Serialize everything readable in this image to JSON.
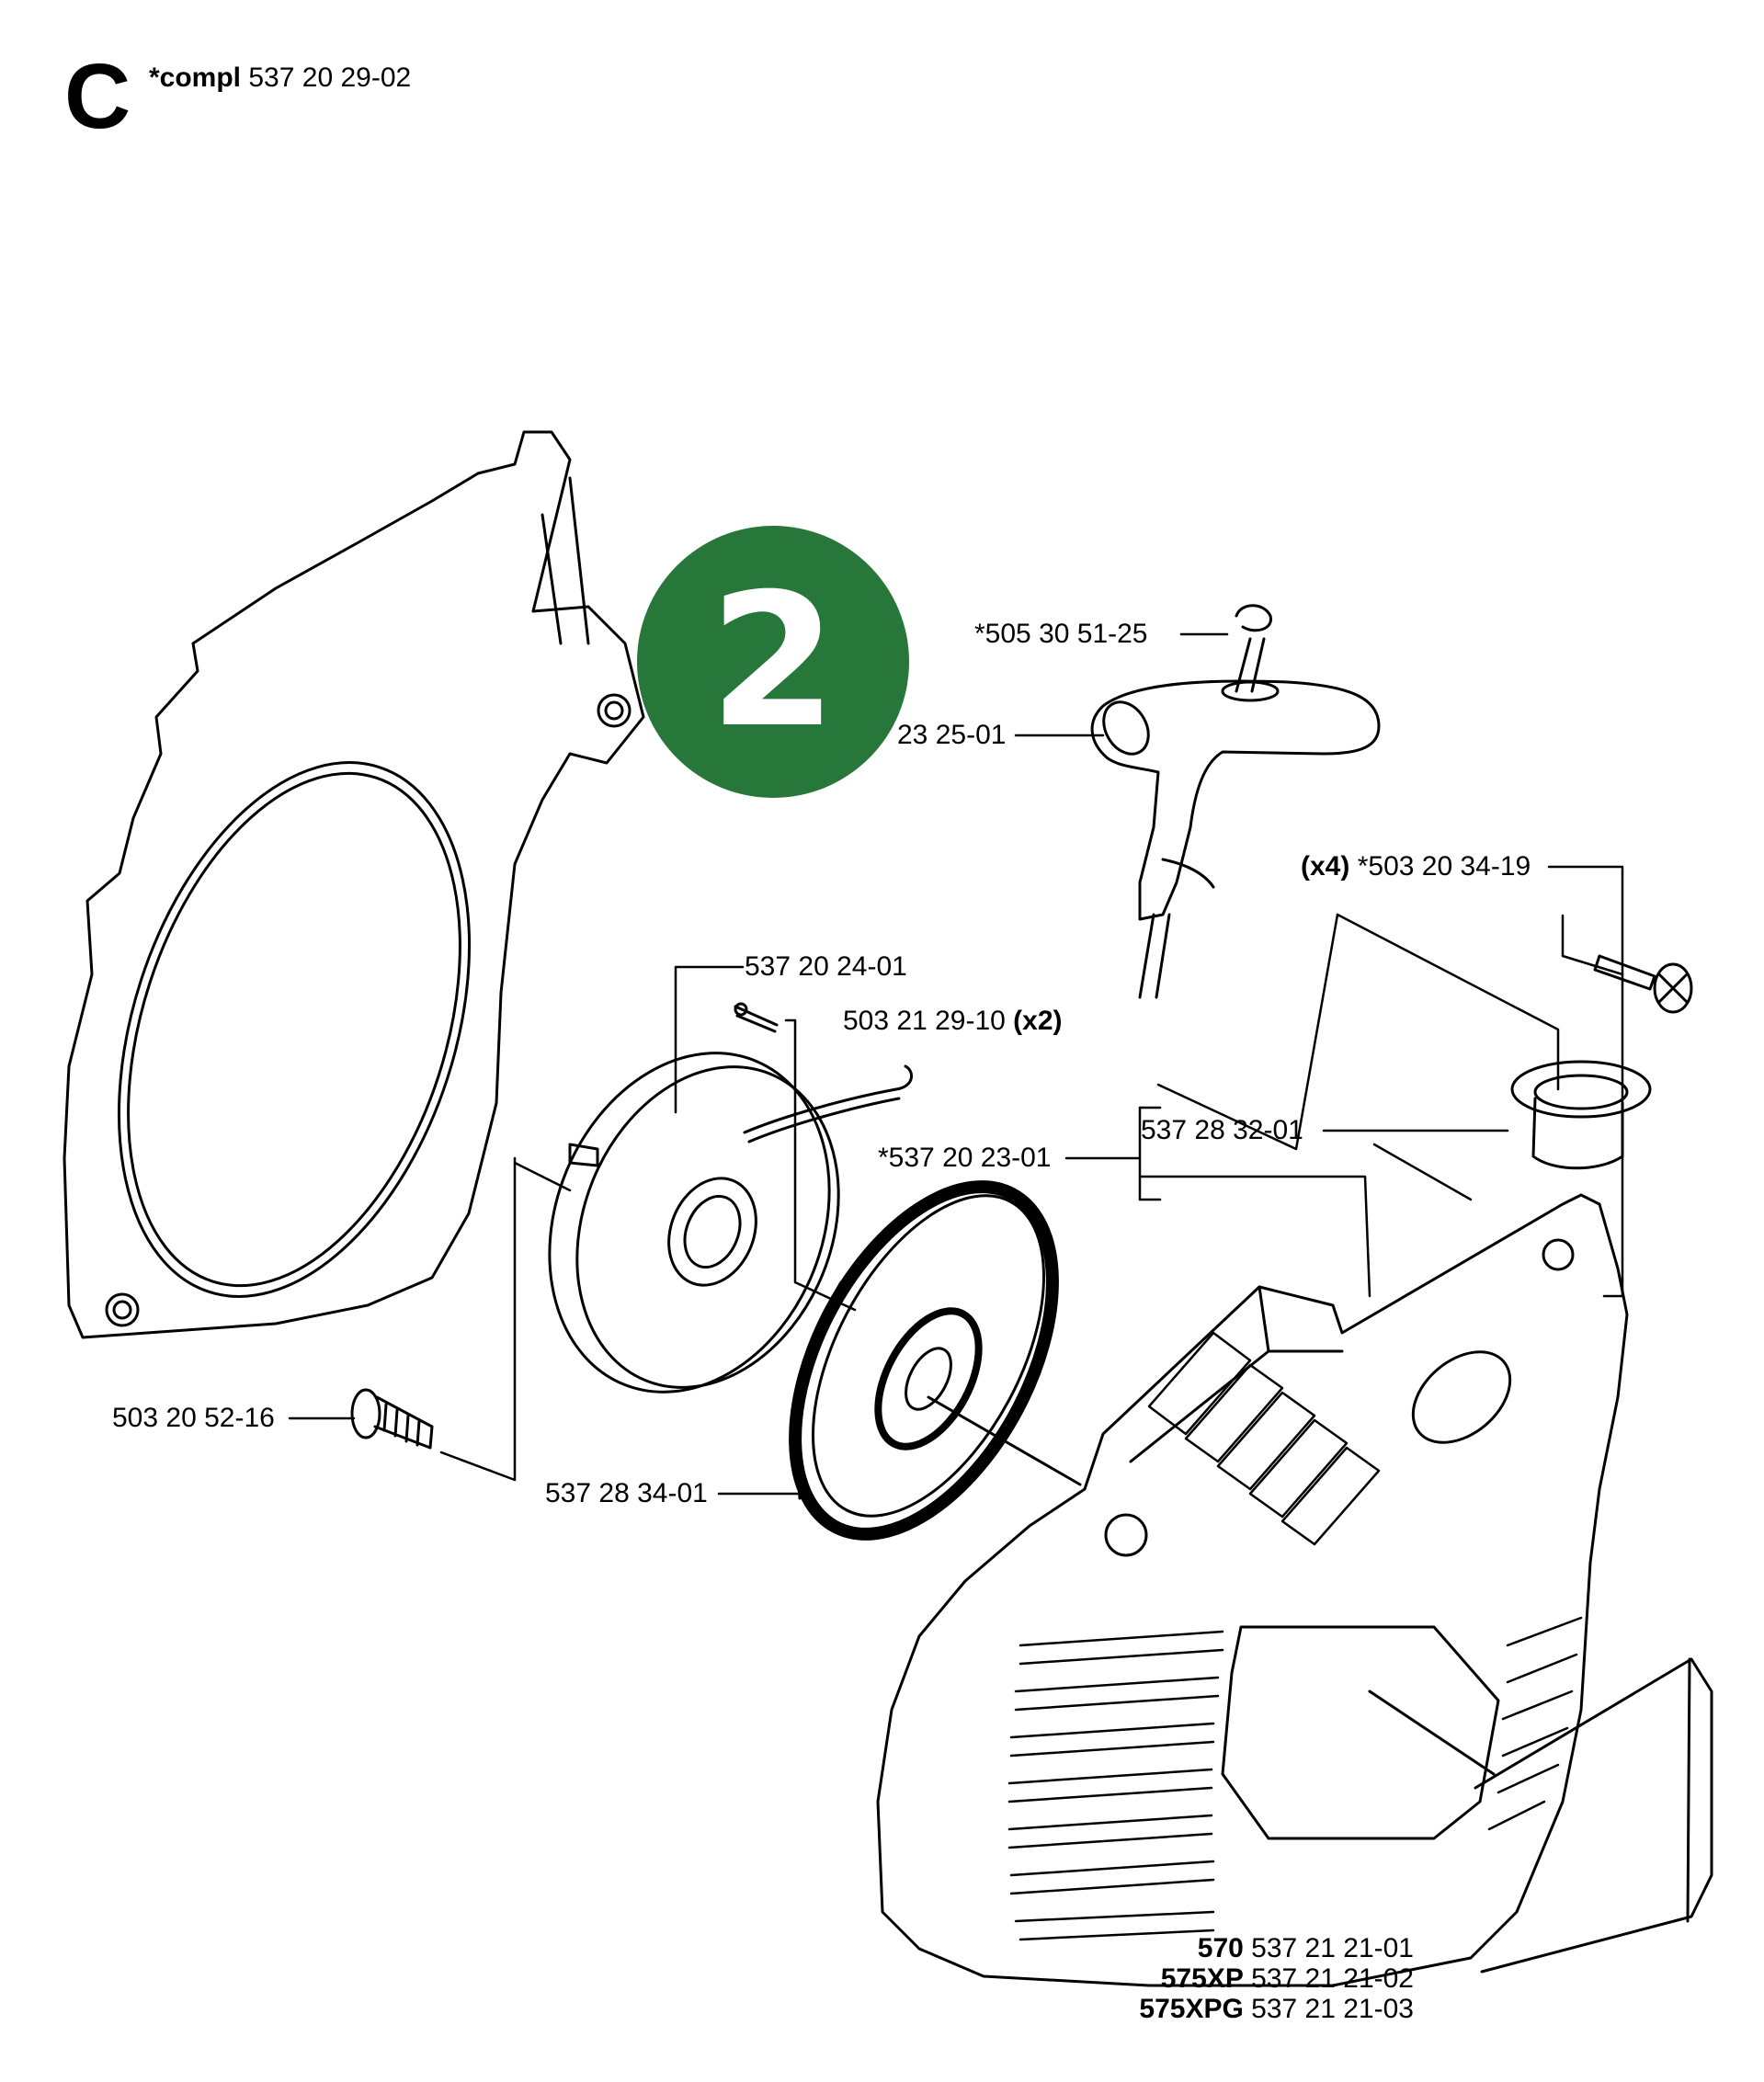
{
  "header": {
    "section": "C",
    "compl_label": "*compl",
    "compl_part": "537 20 29-02"
  },
  "badge": {
    "number": "2",
    "color": "#27773a"
  },
  "labels": {
    "rope_clip": "*505 30 51-25",
    "handle": "23 25-01",
    "screw_x4_qty": "(x4)",
    "screw_x4_part": "*503 20 34-19",
    "pulley": "537 20 24-01",
    "screw_x2_part": "503 21 29-10",
    "screw_x2_qty": "(x2)",
    "guide": "537 28 32-01",
    "starter_assy": "*537 20 23-01",
    "bolt": "503 20 52-16",
    "spring": "537 28 34-01"
  },
  "models": [
    {
      "model": "570",
      "part": "537 21 21-01"
    },
    {
      "model": "575XP",
      "part": "537 21 21-02"
    },
    {
      "model": "575XPG",
      "part": "537 21 21-03"
    }
  ]
}
